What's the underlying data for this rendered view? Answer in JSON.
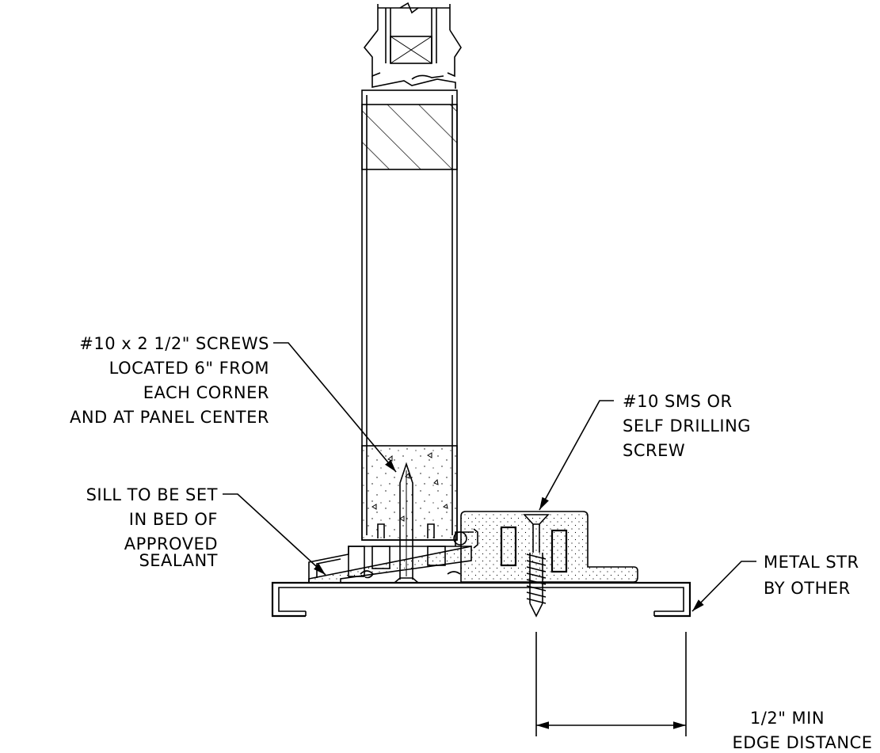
{
  "annotations": {
    "screws_note": [
      "#10 x 2 1/2\" SCREWS",
      "LOCATED 6\" FROM",
      "EACH CORNER",
      "AND AT PANEL CENTER"
    ],
    "sill_note": [
      "SILL TO BE SET",
      "IN BED OF",
      "APPROVED",
      "SEALANT"
    ],
    "sms_note": [
      "#10 SMS OR",
      "SELF DRILLING",
      "SCREW"
    ],
    "strut_note": [
      "METAL STR",
      "BY OTHER"
    ],
    "edge_note": [
      "1/2\" MIN",
      "EDGE DISTANCE"
    ]
  },
  "colors": {
    "line": "#000000",
    "background": "#ffffff"
  }
}
